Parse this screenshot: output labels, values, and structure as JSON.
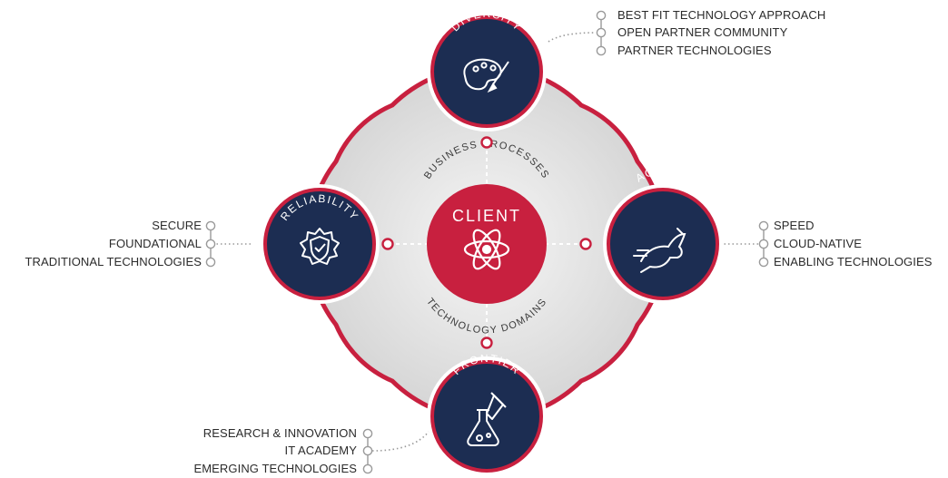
{
  "center": {
    "title": "CLIENT",
    "top_arc": "BUSINESS PROCESSES",
    "bottom_arc": "TECHNOLOGY DOMAINS",
    "icon": "atom-icon"
  },
  "pillars": {
    "diversity": {
      "title": "DIVERSITY",
      "icon": "palette-brush-icon",
      "items": [
        "BEST FIT TECHNOLOGY APPROACH",
        "OPEN PARTNER COMMUNITY",
        "PARTNER TECHNOLOGIES"
      ]
    },
    "agility": {
      "title": "AGILITY",
      "icon": "running-rabbit-icon",
      "items": [
        "SPEED",
        "CLOUD-NATIVE",
        "ENABLING TECHNOLOGIES"
      ]
    },
    "reliability": {
      "title": "RELIABILITY",
      "icon": "shield-check-icon",
      "items": [
        "SECURE",
        "FOUNDATIONAL",
        "TRADITIONAL TECHNOLOGIES"
      ]
    },
    "frontier": {
      "title": "FRONTIER",
      "icon": "lab-flask-icon",
      "items": [
        "RESEARCH & INNOVATION",
        "IT ACADEMY",
        "EMERGING TECHNOLOGIES"
      ]
    }
  },
  "colors": {
    "accent_red": "#c8203f",
    "navy": "#1c2d52",
    "background_grey": "#dcdcdc",
    "text": "#2b2b2b"
  }
}
